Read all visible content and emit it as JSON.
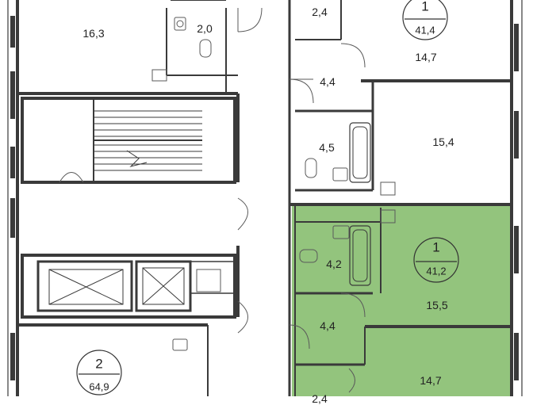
{
  "colors": {
    "highlight": "#93c47d",
    "wall": "#3a3a3a",
    "thin_line": "#5a5a5a",
    "background": "#ffffff"
  },
  "rooms": [
    {
      "id": "room-16-3",
      "label": "16,3"
    },
    {
      "id": "room-2-0",
      "label": "2,0"
    },
    {
      "id": "room-2-4",
      "label": "2,4"
    },
    {
      "id": "room-14-7-top",
      "label": "14,7"
    },
    {
      "id": "room-4-4-top",
      "label": "4,4"
    },
    {
      "id": "room-4-5",
      "label": "4,5"
    },
    {
      "id": "room-15-4",
      "label": "15,4"
    },
    {
      "id": "room-4-2",
      "label": "4,2"
    },
    {
      "id": "room-15-5",
      "label": "15,5"
    },
    {
      "id": "room-4-4-bottom",
      "label": "4,4"
    },
    {
      "id": "room-14-7-bottom",
      "label": "14,7"
    },
    {
      "id": "room-2-4-bottom-partial",
      "label": "2,4"
    }
  ],
  "apartments": [
    {
      "id": "apartment-top-right",
      "rooms_count": "1",
      "area": "41,4"
    },
    {
      "id": "apartment-highlighted",
      "rooms_count": "1",
      "area": "41,2",
      "highlighted": true
    },
    {
      "id": "apartment-bottom-left",
      "rooms_count": "2",
      "area": "64,9"
    }
  ]
}
